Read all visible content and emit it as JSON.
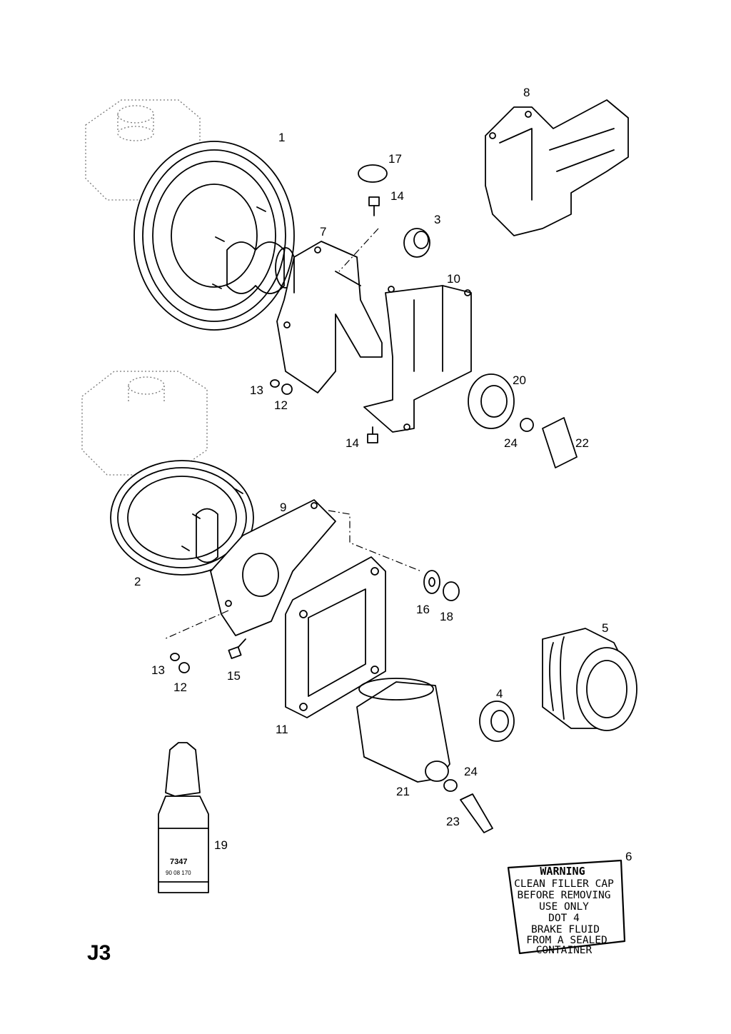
{
  "page_ref": "J3",
  "callouts": [
    "1",
    "2",
    "3",
    "4",
    "5",
    "6",
    "7",
    "8",
    "9",
    "10",
    "11",
    "12",
    "12",
    "13",
    "13",
    "14",
    "14",
    "15",
    "16",
    "17",
    "18",
    "19",
    "20",
    "21",
    "22",
    "23",
    "24",
    "24"
  ],
  "bottle_label": "7347",
  "bottle_sublabel": "90 08 170",
  "warning_label": {
    "title": "WARNING",
    "lines": [
      "CLEAN FILLER CAP",
      "BEFORE REMOVING",
      "USE ONLY",
      "DOT 4",
      "BRAKE FLUID",
      "FROM A SEALED",
      "CONTAINER"
    ]
  }
}
